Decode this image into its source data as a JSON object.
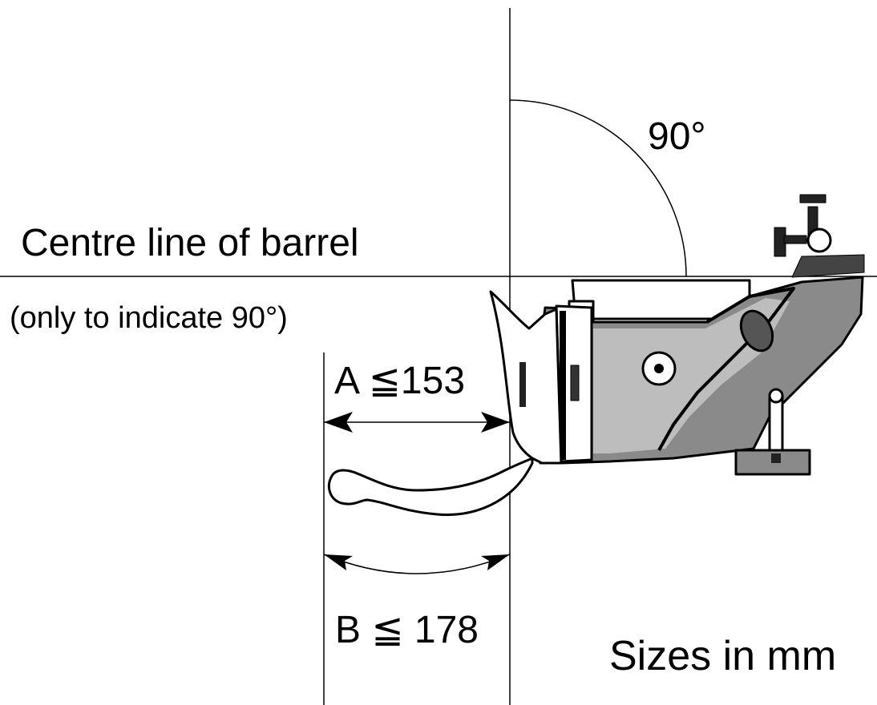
{
  "labels": {
    "angle": "90°",
    "centre_line": "Centre line of barrel",
    "centre_line_note": "(only to indicate 90°)",
    "dimension_a": "A ≦153",
    "dimension_b": "B ≦ 178",
    "units": "Sizes in mm"
  },
  "colors": {
    "ink": "#000000",
    "background": "#ffffff",
    "body_shade": "#8a8a8a"
  }
}
